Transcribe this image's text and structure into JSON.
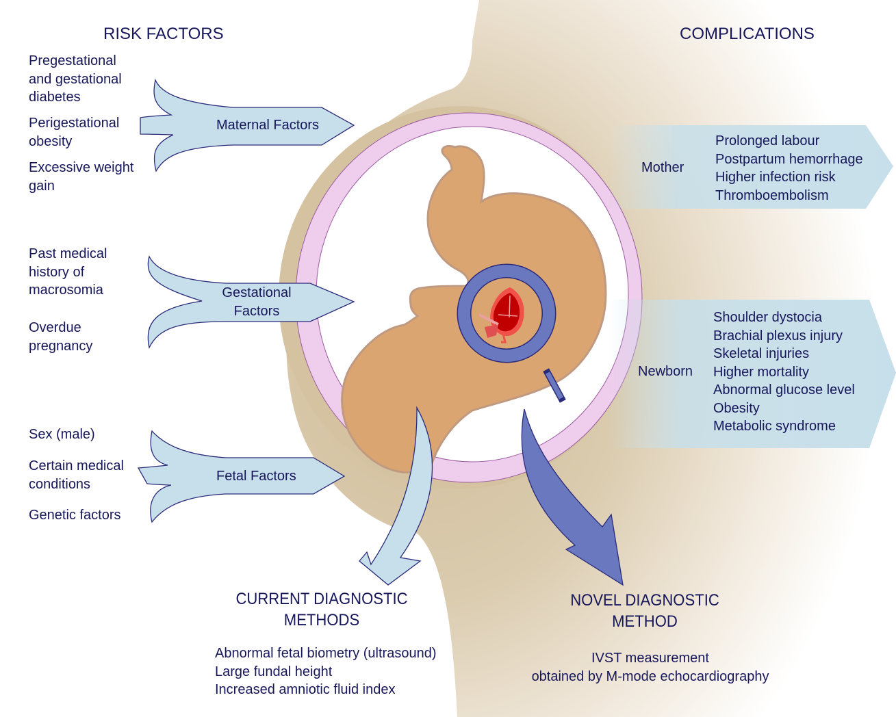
{
  "headers": {
    "risk_factors": "RISK FACTORS",
    "complications": "COMPLICATIONS"
  },
  "risk_groups": [
    {
      "label": "Maternal Factors",
      "items": [
        "Pregestational\nand gestational\ndiabetes",
        "Perigestational\nobesity",
        "Excessive weight\ngain"
      ]
    },
    {
      "label": "Gestational\nFactors",
      "items": [
        "Past medical\nhistory of\nmacrosomia",
        "Overdue\npregnancy"
      ]
    },
    {
      "label": "Fetal Factors",
      "items": [
        "Sex (male)",
        "Certain medical\nconditions",
        "Genetic factors"
      ]
    }
  ],
  "complications": [
    {
      "label": "Mother",
      "items": [
        "Prolonged labour",
        "Postpartum hemorrhage",
        "Higher infection risk",
        "Thromboembolism"
      ]
    },
    {
      "label": "Newborn",
      "items": [
        "Shoulder dystocia",
        "Brachial plexus injury",
        "Skeletal injuries",
        "Higher mortality",
        "Abnormal glucose level",
        "Obesity",
        "Metabolic syndrome"
      ]
    }
  ],
  "diagnostics": {
    "current": {
      "title": "CURRENT DIAGNOSTIC\nMETHODS",
      "items": [
        "Abnormal fetal biometry (ultrasound)",
        "Large fundal height",
        "Increased amniotic fluid index"
      ]
    },
    "novel": {
      "title": "NOVEL DIAGNOSTIC\nMETHOD",
      "items": [
        "IVST measurement",
        "obtained by M-mode echocardiography"
      ]
    }
  },
  "colors": {
    "text": "#16165a",
    "arrow_light": "#c6dfea",
    "arrow_dark": "#6a78c0",
    "outline": "#2a2a7a",
    "uterus_wall": "#d4c2a0",
    "amnion": "#efcdec",
    "fetus": "#dba572",
    "fetus_outline": "#c09a80",
    "heart": "#c00000",
    "heart_light": "#f0524a"
  }
}
